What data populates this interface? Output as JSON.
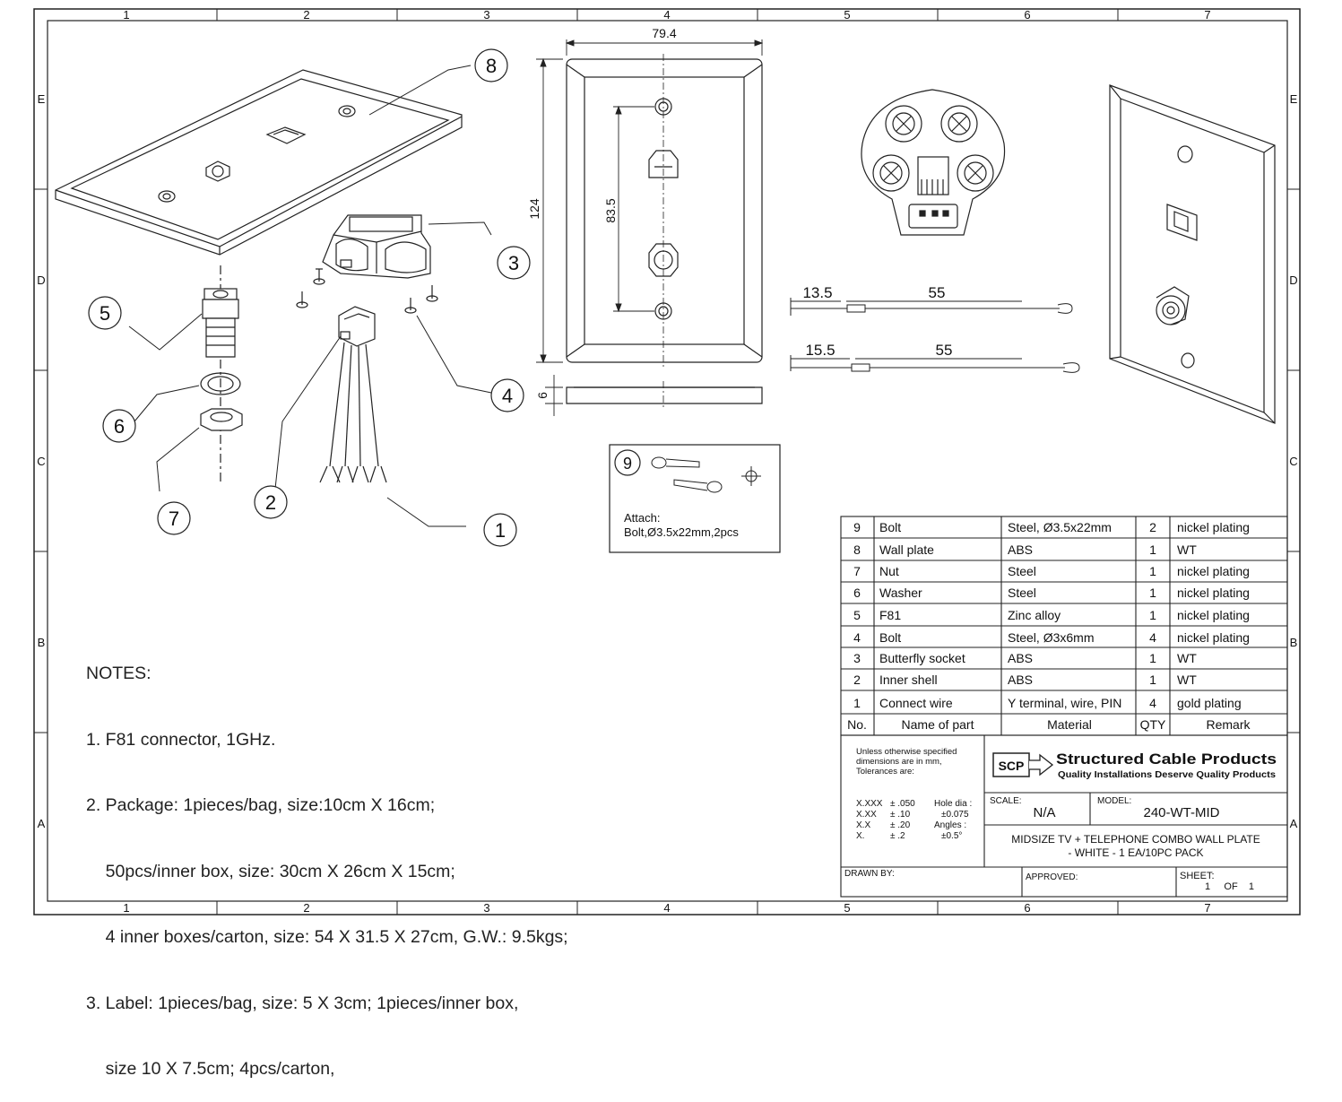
{
  "frame": {
    "columns": [
      "1",
      "2",
      "3",
      "4",
      "5",
      "6",
      "7"
    ],
    "rows": [
      "E",
      "D",
      "C",
      "B",
      "A"
    ]
  },
  "dimensions": {
    "width": "79.4",
    "height": "124",
    "hole_spacing": "83.5",
    "thickness": "6",
    "wire1_short": "13.5",
    "wire1_long": "55",
    "wire2_short": "15.5",
    "wire2_long": "55"
  },
  "balloons": [
    "1",
    "2",
    "3",
    "4",
    "5",
    "6",
    "7",
    "8",
    "9"
  ],
  "attach_box": {
    "number": "9",
    "line1": "Attach:",
    "line2": "Bolt,Ø3.5x22mm,2pcs"
  },
  "notes": {
    "heading": "NOTES:",
    "lines": [
      "1. F81 connector, 1GHz.",
      "2. Package: 1pieces/bag, size:10cm X 16cm;",
      "    50pcs/inner box, size: 30cm X 26cm X 15cm;",
      "    4 inner boxes/carton, size: 54 X 31.5 X 27cm, G.W.: 9.5kgs;",
      "3. Label: 1pieces/bag, size: 5 X 3cm; 1pieces/inner box,",
      "    size 10 X 7.5cm; 4pcs/carton,"
    ]
  },
  "parts_table": {
    "rows": [
      {
        "no": "9",
        "name": "Bolt",
        "material": "Steel, Ø3.5x22mm",
        "qty": "2",
        "remark": "nickel plating"
      },
      {
        "no": "8",
        "name": "Wall plate",
        "material": "ABS",
        "qty": "1",
        "remark": "WT"
      },
      {
        "no": "7",
        "name": "Nut",
        "material": "Steel",
        "qty": "1",
        "remark": "nickel plating"
      },
      {
        "no": "6",
        "name": "Washer",
        "material": "Steel",
        "qty": "1",
        "remark": "nickel plating"
      },
      {
        "no": "5",
        "name": "F81",
        "material": "Zinc alloy",
        "qty": "1",
        "remark": "nickel plating"
      },
      {
        "no": "4",
        "name": "Bolt",
        "material": "Steel, Ø3x6mm",
        "qty": "4",
        "remark": "nickel plating"
      },
      {
        "no": "3",
        "name": "Butterfly socket",
        "material": "ABS",
        "qty": "1",
        "remark": "WT"
      },
      {
        "no": "2",
        "name": "Inner shell",
        "material": "ABS",
        "qty": "1",
        "remark": "WT"
      },
      {
        "no": "1",
        "name": "Connect wire",
        "material": "Y terminal, wire, PIN",
        "qty": "4",
        "remark": "gold plating"
      }
    ],
    "header": {
      "no": "No.",
      "name": "Name of part",
      "material": "Material",
      "qty": "QTY",
      "remark": "Remark"
    }
  },
  "title_block": {
    "tol_intro": [
      "Unless otherwise specified",
      "dimensions are in mm,",
      "Tolerances are:"
    ],
    "tol_lines": [
      [
        "X.XXX",
        "± .050",
        "Hole dia :"
      ],
      [
        "X.XX",
        "± .10",
        "±0.075"
      ],
      [
        "X.X",
        "± .20",
        "Angles :"
      ],
      [
        "X.",
        "± .2",
        "±0.5°"
      ]
    ],
    "company_logo": "SCP",
    "company_name": "Structured Cable Products",
    "company_tagline": "Quality Installations Deserve Quality Products",
    "scale_label": "SCALE:",
    "scale_value": "N/A",
    "model_label": "MODEL:",
    "model_value": "240-WT-MID",
    "description_line1": "MIDSIZE TV + TELEPHONE COMBO WALL PLATE",
    "description_line2": "- WHITE - 1 EA/10PC PACK",
    "drawn_by_label": "DRAWN BY:",
    "approved_label": "APPROVED:",
    "sheet_label": "SHEET:",
    "sheet_value": "1     OF    1"
  }
}
